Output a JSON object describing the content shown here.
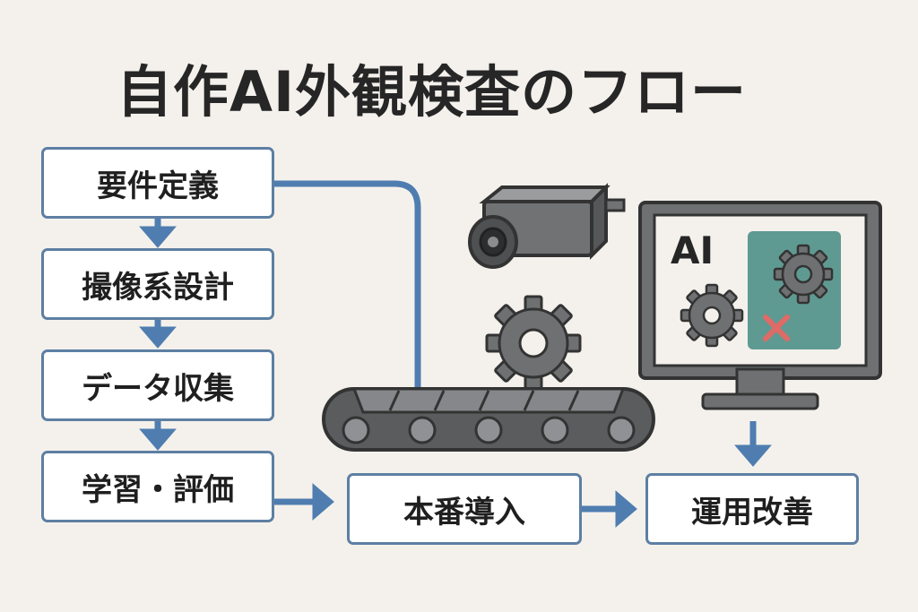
{
  "title": "自作AI外観検査のフロー",
  "steps": [
    {
      "id": "requirements",
      "label": "要件定義"
    },
    {
      "id": "imaging",
      "label": "撮像系設計"
    },
    {
      "id": "data",
      "label": "データ収集"
    },
    {
      "id": "training",
      "label": "学習・評価"
    },
    {
      "id": "deploy",
      "label": "本番導入"
    },
    {
      "id": "operate",
      "label": "運用改善"
    }
  ],
  "monitor": {
    "screen_label": "AI"
  },
  "colors": {
    "background": "#f4f1ec",
    "box_border": "#5d7fa3",
    "arrow": "#4f7db0",
    "machine_gray": "#6e7071",
    "machine_dark": "#3a3c3e",
    "panel_teal": "#5f9a92",
    "defect_mark": "#e06a66"
  }
}
